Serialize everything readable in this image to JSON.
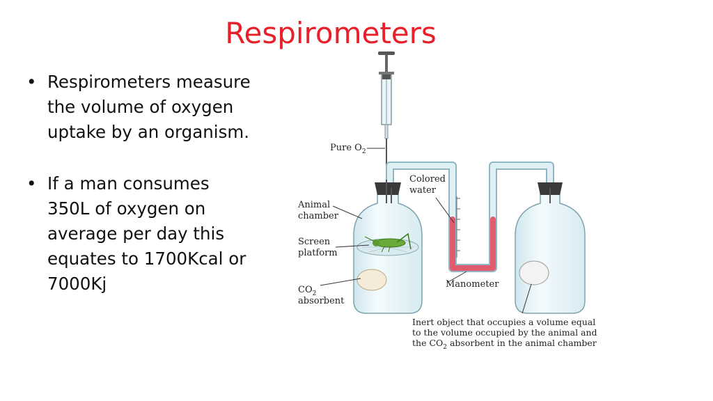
{
  "slide": {
    "title": "Respirometers",
    "bullets": [
      "Respirometers measure the volume of oxygen uptake by an organism.",
      "If a man consumes 350L of oxygen on average per day this equates to 1700Kcal or 7000Kj"
    ],
    "bullet_symbol": "•"
  },
  "diagram": {
    "labels": {
      "pure_o2": "Pure O",
      "pure_o2_sub": "2",
      "colored_water_1": "Colored",
      "colored_water_2": "water",
      "animal_chamber_1": "Animal",
      "animal_chamber_2": "chamber",
      "screen_platform_1": "Screen",
      "screen_platform_2": "platform",
      "co2_1": "CO",
      "co2_sub": "2",
      "co2_2": "absorbent",
      "manometer": "Manometer",
      "inert_1": "Inert object that occupies a volume equal",
      "inert_2": "to the volume occupied by the animal and",
      "inert_3a": "the CO",
      "inert_3sub": "2",
      "inert_3b": " absorbent in the animal chamber"
    },
    "colors": {
      "title": "#e8202a",
      "manometer_fluid": "#e25a6e",
      "tubing": "#bfe0ea",
      "glass": "#e2f1f5",
      "stopper": "#3a3a3a",
      "insect": "#6aaa3a"
    }
  }
}
